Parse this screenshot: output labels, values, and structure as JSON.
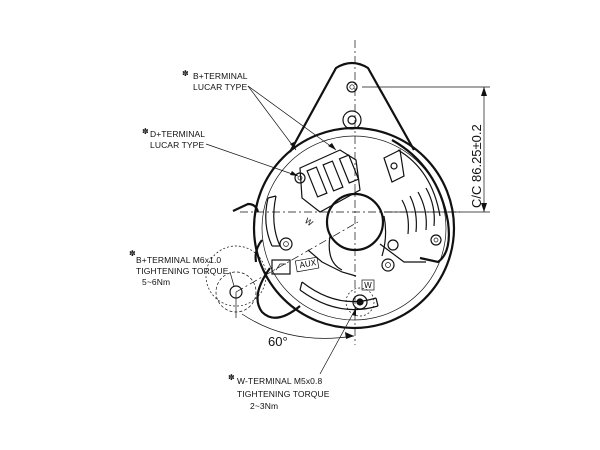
{
  "callouts": {
    "b_lucar": {
      "marker": "✽",
      "line1": "B+TERMINAL",
      "line2": "LUCAR TYPE"
    },
    "d_lucar": {
      "marker": "✽",
      "line1": "D+TERMINAL",
      "line2": "LUCAR TYPE"
    },
    "b_m6": {
      "marker": "✽",
      "line1": "B+TERMINAL M6x1.0",
      "line2": "TIGHTENING TORQUE",
      "line3": "5~6Nm"
    },
    "w_m5": {
      "marker": "✽",
      "line1": "W-TERMINAL M5x0.8",
      "line2": "TIGHTENING TORQUE",
      "line3": "2~3Nm"
    }
  },
  "dimension": {
    "text": "C/C 86.25±0.2"
  },
  "angle": {
    "text": "60°"
  },
  "body_marks": {
    "aux": "AUX",
    "w": "W",
    "w_small": "W"
  }
}
